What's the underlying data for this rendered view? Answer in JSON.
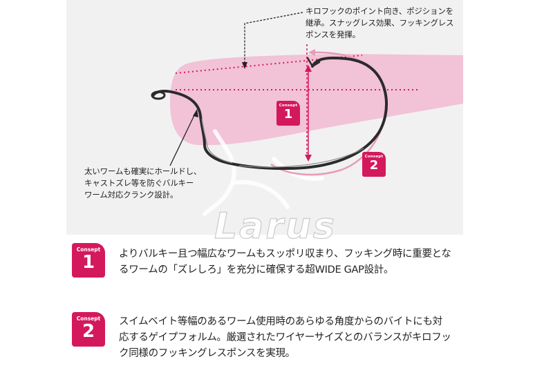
{
  "diagram": {
    "callout_top_lines": [
      "キロフックのポイント向き、ポジションを",
      "継承。スナッグレス効果、フッキングレス",
      "ポンスを発揮。"
    ],
    "callout_left_lines": [
      "太いワームも確実にホールドし、",
      "キャストズレ等を防ぐバルキー",
      "ワーム対応クランク設計。"
    ],
    "badge_caption": "Consept",
    "badge_1_number": "1",
    "badge_2_number": "2",
    "logo_text": "Larus",
    "colors": {
      "accent": "#d4185c",
      "worm": "#f2c2d6",
      "panel": "#f1f1f1",
      "hook": "#2b2b2b"
    }
  },
  "descriptions": [
    {
      "caption": "Consept",
      "number": "1",
      "lines": [
        "よりバルキー且つ幅広なワームもスッポリ収まり、フッキング時に重要とな",
        "るワームの「ズレしろ」を充分に確保する超WIDE GAP設計。"
      ]
    },
    {
      "caption": "Consept",
      "number": "2",
      "lines": [
        "スイムベイト等幅のあるワーム使用時のあらゆる角度からのバイトにも対",
        "応するゲイプフォルム。厳選されたワイヤーサイズとのバランスがキロフッ",
        "ク同様のフッキングレスポンスを実現。"
      ]
    }
  ]
}
